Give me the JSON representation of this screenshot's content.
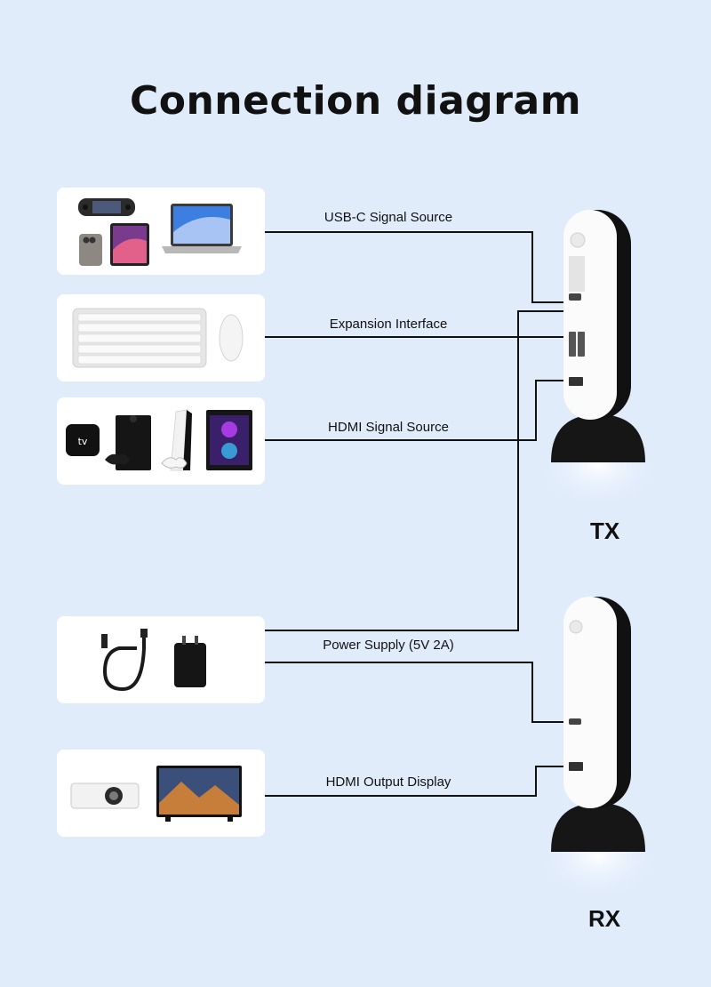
{
  "page": {
    "title": "Connection diagram"
  },
  "connections": [
    {
      "id": "usbc",
      "label": "USB-C Signal Source"
    },
    {
      "id": "expansion",
      "label": "Expansion Interface"
    },
    {
      "id": "hdmi-source",
      "label": "HDMI Signal Source"
    },
    {
      "id": "power",
      "label": "Power Supply (5V 2A)"
    },
    {
      "id": "hdmi-output",
      "label": "HDMI Output Display"
    }
  ],
  "devices": {
    "tx_label": "TX",
    "rx_label": "RX"
  },
  "colors": {
    "background": "#e1ecfb",
    "card": "#ffffff",
    "wire": "#111111"
  }
}
